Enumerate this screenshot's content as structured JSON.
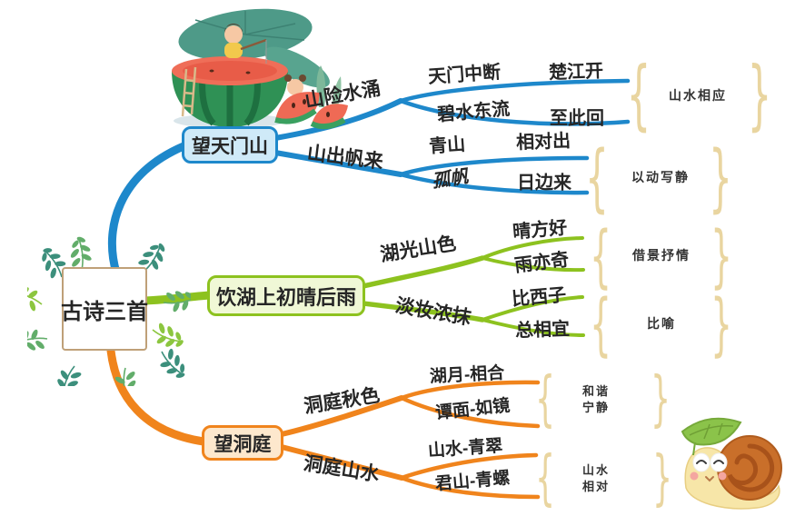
{
  "title": "古诗三首",
  "colors": {
    "blue": "#1e88cb",
    "blue-fill": "#cfeaf8",
    "green": "#8dc21f",
    "green-fill": "#f0f8d6",
    "orange": "#f0841c",
    "orange-fill": "#fde8cd",
    "brace": "#e9d5a0",
    "center-border": "#bfa078",
    "text": "#262626"
  },
  "center": {
    "label": "古诗三首"
  },
  "branches": [
    {
      "label": "望天门山",
      "color": "#1e88cb",
      "groups": [
        {
          "label": "山险水涌",
          "leaves": [
            [
              "天门中断",
              "楚江开"
            ],
            [
              "碧水东流",
              "至此回"
            ]
          ],
          "note": [
            "山水相应"
          ]
        },
        {
          "label": "山出帆来",
          "leaves": [
            [
              "青山",
              "相对出"
            ],
            [
              "孤帆",
              "日边来"
            ]
          ],
          "note": [
            "以动写静"
          ]
        }
      ]
    },
    {
      "label": "饮湖上初晴后雨",
      "color": "#8dc21f",
      "groups": [
        {
          "label": "湖光山色",
          "leaves": [
            [
              "晴方好"
            ],
            [
              "雨亦奇"
            ]
          ],
          "note": [
            "借景抒情"
          ]
        },
        {
          "label": "淡妆浓抹",
          "leaves": [
            [
              "比西子"
            ],
            [
              "总相宜"
            ]
          ],
          "note": [
            "比喻"
          ]
        }
      ]
    },
    {
      "label": "望洞庭",
      "color": "#f0841c",
      "groups": [
        {
          "label": "洞庭秋色",
          "leaves": [
            [
              "湖月-相合"
            ],
            [
              "谭面-如镜"
            ]
          ],
          "note": [
            "和谐",
            "宁静"
          ]
        },
        {
          "label": "洞庭山水",
          "leaves": [
            [
              "山水-青翠"
            ],
            [
              "君山-青螺"
            ]
          ],
          "note": [
            "山水",
            "相对"
          ]
        }
      ]
    }
  ],
  "decorations": {
    "watermelon": "watermelon-kids-illustration",
    "snail": "snail-with-leaf-illustration",
    "leaves": "leaf-wreath-decoration"
  }
}
